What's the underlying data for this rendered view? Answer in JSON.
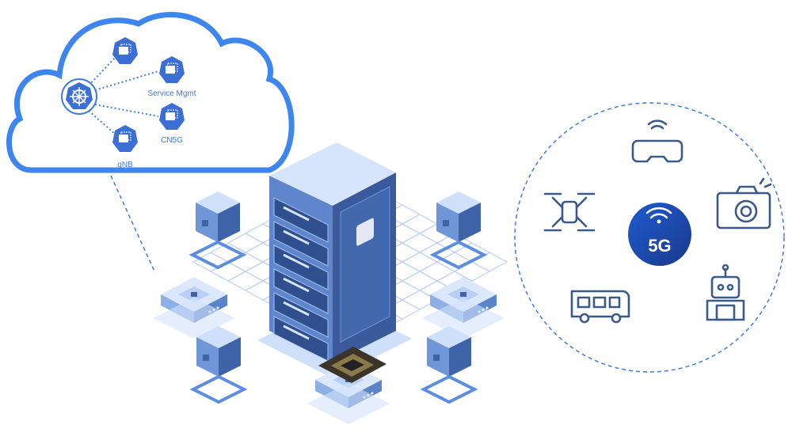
{
  "cloud": {
    "hub_icon": "kubernetes-icon",
    "pods": [
      {
        "label": ""
      },
      {
        "label": "Service Mgmt"
      },
      {
        "label": "CN5G"
      },
      {
        "label": "gNB"
      }
    ]
  },
  "devices": {
    "badge": "5G",
    "items": [
      "vr-headset-icon",
      "drone-icon",
      "camera-icon",
      "bus-icon",
      "robot-icon"
    ]
  },
  "colors": {
    "accent": "#3d86f0",
    "server": "#4a6fb3",
    "badge": "#2457b8"
  }
}
